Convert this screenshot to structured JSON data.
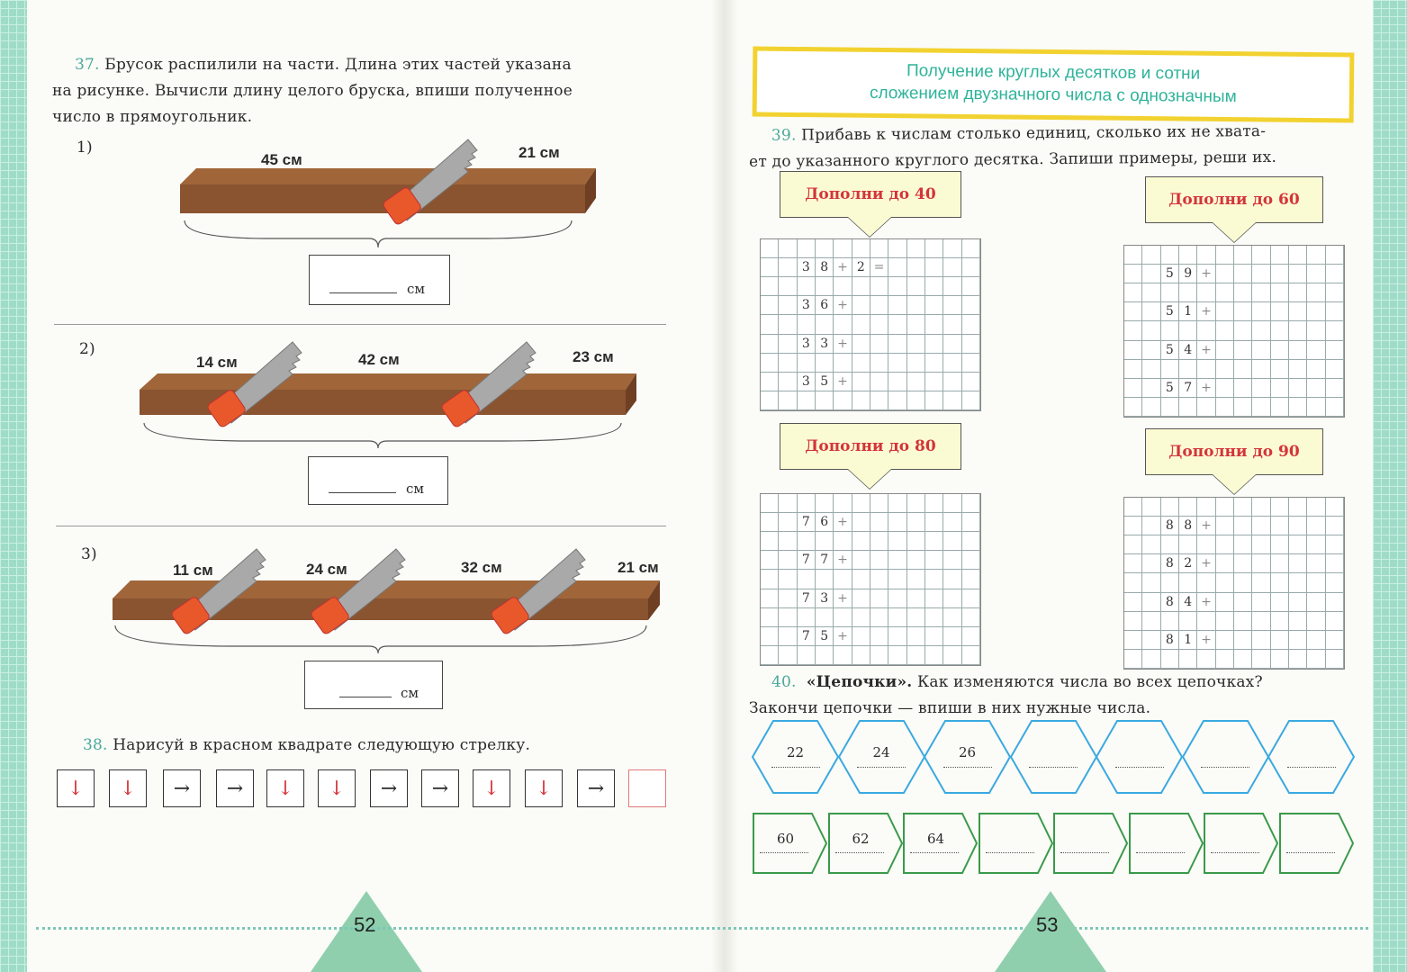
{
  "left_page": {
    "task37": {
      "number": "37.",
      "text_line1": "Брусок распилили на части. Длина этих частей указана",
      "text_line2": "на рисунке. Вычисли длину целого бруска, впиши полученное",
      "text_line3": "число в прямоугольник.",
      "items": [
        {
          "label": "1)",
          "parts": [
            "45 см",
            "21 см"
          ],
          "unit": "см"
        },
        {
          "label": "2)",
          "parts": [
            "14 см",
            "42 см",
            "23 см"
          ],
          "unit": "см"
        },
        {
          "label": "3)",
          "parts": [
            "11 см",
            "24 см",
            "32 см",
            "21 см"
          ],
          "unit": "см"
        }
      ]
    },
    "task38": {
      "number": "38.",
      "text": "Нарисуй в красном квадрате следующую стрелку.",
      "arrows": [
        "↓",
        "↓",
        "→",
        "→",
        "↓",
        "↓",
        "→",
        "→",
        "↓",
        "↓",
        "→",
        ""
      ]
    },
    "page_number": "52"
  },
  "right_page": {
    "topic_title_line1": "Получение круглых десятков и сотни",
    "topic_title_line2": "сложением двузначного числа с однозначным",
    "task39": {
      "number": "39.",
      "text_line1": "Прибавь к числам столько единиц, сколько их не хвата-",
      "text_line2": "ет до указанного круглого десятка. Запиши примеры, реши их.",
      "blocks": [
        {
          "title": "Дополни до 40",
          "rows": [
            [
              "3",
              "8",
              "+",
              "2",
              "="
            ],
            [
              "3",
              "6",
              "+"
            ],
            [
              "3",
              "3",
              "+"
            ],
            [
              "3",
              "5",
              "+"
            ]
          ]
        },
        {
          "title": "Дополни до 60",
          "rows": [
            [
              "5",
              "9",
              "+"
            ],
            [
              "5",
              "1",
              "+"
            ],
            [
              "5",
              "4",
              "+"
            ],
            [
              "5",
              "7",
              "+"
            ]
          ]
        },
        {
          "title": "Дополни до 80",
          "rows": [
            [
              "7",
              "6",
              "+"
            ],
            [
              "7",
              "7",
              "+"
            ],
            [
              "7",
              "3",
              "+"
            ],
            [
              "7",
              "5",
              "+"
            ]
          ]
        },
        {
          "title": "Дополни до 90",
          "rows": [
            [
              "8",
              "8",
              "+"
            ],
            [
              "8",
              "2",
              "+"
            ],
            [
              "8",
              "4",
              "+"
            ],
            [
              "8",
              "1",
              "+"
            ]
          ]
        }
      ]
    },
    "task40": {
      "number": "40.",
      "title": "«Цепочки».",
      "text_line1": "Как изменяются числа во всех цепочках?",
      "text_line2": "Закончи цепочки — впиши в них нужные числа.",
      "chain1": [
        "22",
        "24",
        "26",
        "",
        "",
        "",
        ""
      ],
      "chain2": [
        "60",
        "62",
        "64",
        "",
        "",
        "",
        "",
        ""
      ]
    },
    "page_number": "53"
  },
  "colors": {
    "accent_teal": "#2fb39a",
    "title_border": "#f2d230",
    "red": "#d4343a",
    "chain_blue": "#3aa9e0",
    "chain_green": "#3a9a4a"
  }
}
